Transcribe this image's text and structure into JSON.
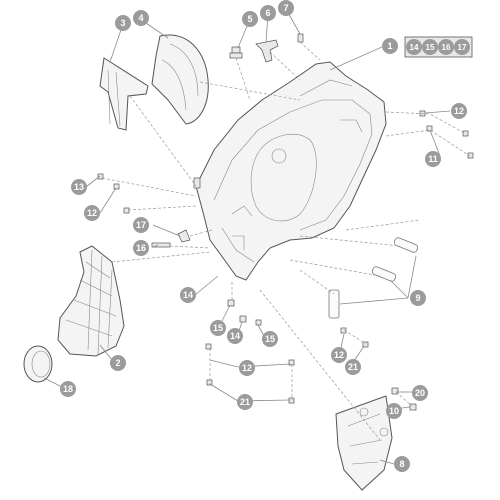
{
  "kit": {
    "numbers": [
      "14",
      "15",
      "16",
      "17"
    ]
  },
  "callouts": [
    {
      "label": "1"
    },
    {
      "label": "3"
    },
    {
      "label": "4"
    },
    {
      "label": "5"
    },
    {
      "label": "6"
    },
    {
      "label": "7"
    },
    {
      "label": "12"
    },
    {
      "label": "11"
    },
    {
      "label": "13"
    },
    {
      "label": "12"
    },
    {
      "label": "17"
    },
    {
      "label": "16"
    },
    {
      "label": "14"
    },
    {
      "label": "15"
    },
    {
      "label": "14"
    },
    {
      "label": "15"
    },
    {
      "label": "2"
    },
    {
      "label": "18"
    },
    {
      "label": "9"
    },
    {
      "label": "12"
    },
    {
      "label": "21"
    },
    {
      "label": "12"
    },
    {
      "label": "21"
    },
    {
      "label": "20"
    },
    {
      "label": "10"
    },
    {
      "label": "8"
    }
  ]
}
